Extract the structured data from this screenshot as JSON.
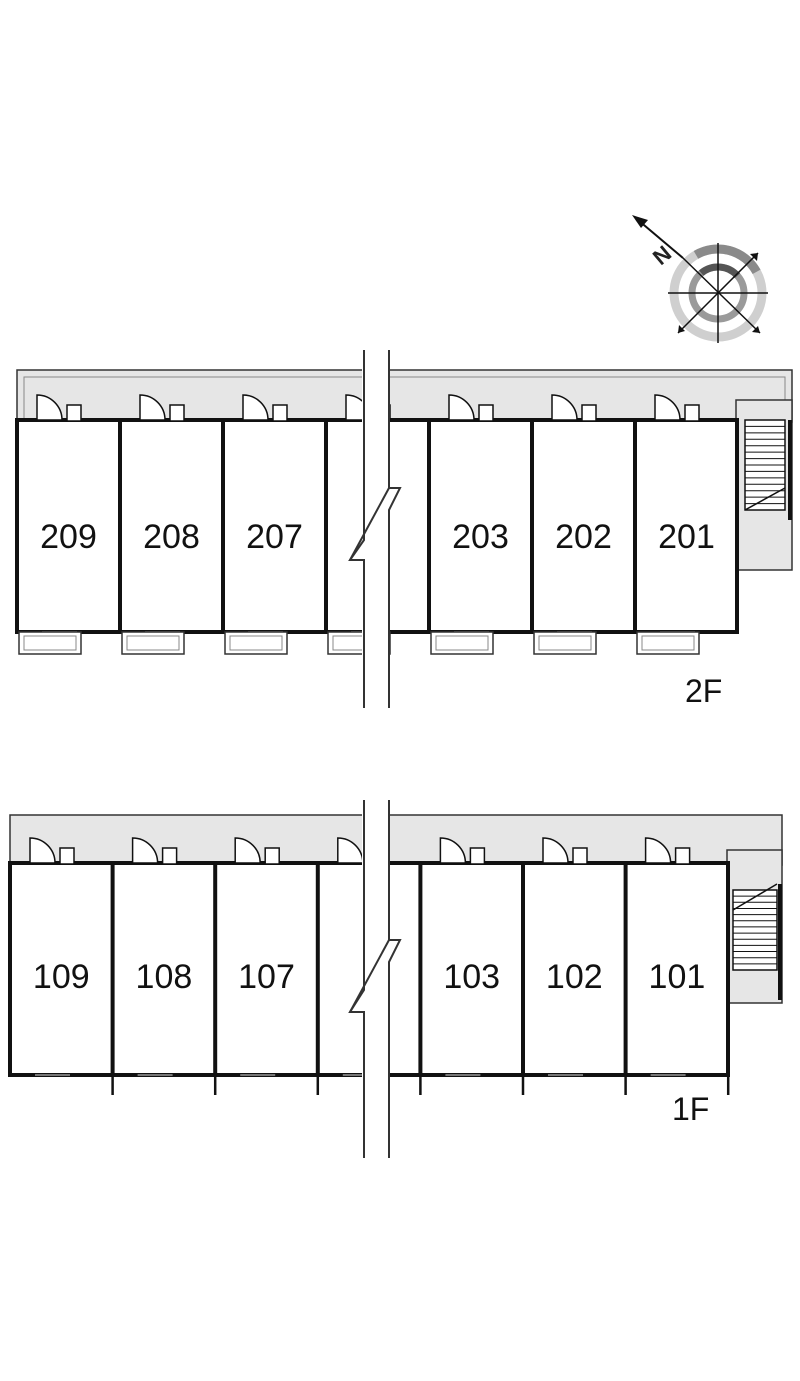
{
  "compass": {
    "north_label": "N",
    "icon": "compass-rose-icon"
  },
  "floors": [
    {
      "id": "2F",
      "label": "2F",
      "units": [
        "209",
        "208",
        "207",
        "",
        "203",
        "202",
        "201"
      ]
    },
    {
      "id": "1F",
      "label": "1F",
      "units": [
        "109",
        "108",
        "107",
        "",
        "103",
        "102",
        "101"
      ]
    }
  ],
  "colors": {
    "corridor": "#e6e6e6",
    "wall": "#111111",
    "stair": "#f2f2f2"
  }
}
